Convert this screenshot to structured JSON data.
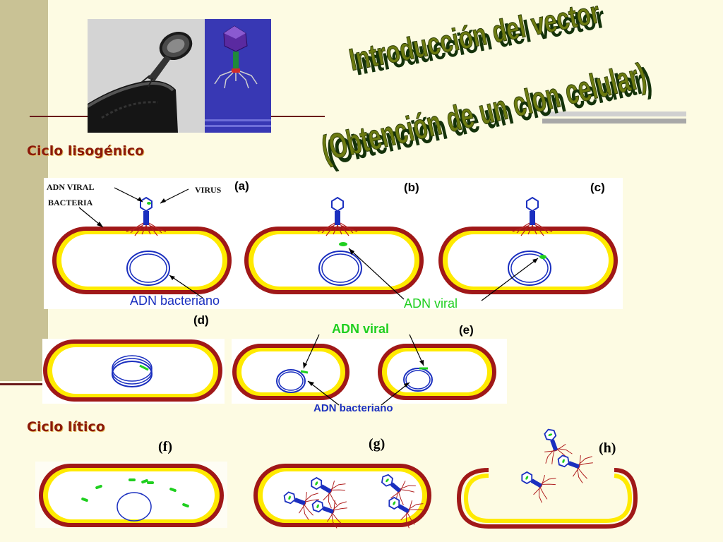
{
  "title": {
    "line1": "Introducción del vector",
    "line2": "(Obtención de un clon celular)"
  },
  "sections": {
    "lysogenic": "Ciclo lisogénico",
    "lytic": "Ciclo lítico"
  },
  "panel_top": {
    "labels": {
      "adn_viral": "ADN VIRAL",
      "virus": "VIRUS",
      "bacteria": "BACTERIA",
      "a": "(a)",
      "b": "(b)",
      "c": "(c)",
      "adn_bacteriano": "ADN bacteriano",
      "adn_viral_green": "ADN viral"
    }
  },
  "panel_mid": {
    "labels": {
      "d": "(d)",
      "e": "(e)",
      "adn_viral_green": "ADN  viral",
      "adn_bacteriano": "ADN bacteriano"
    }
  },
  "panel_lytic": {
    "labels": {
      "f": "(f)",
      "g": "(g)",
      "h": "(h)"
    }
  },
  "colors": {
    "background": "#fdfbe3",
    "cell_wall": "#a01818",
    "cell_membrane": "#ffea00",
    "dna_bacterial": "#1a2fbf",
    "dna_viral": "#1fcf1f",
    "section_label": "#8b1a0a",
    "title_face": "#6b7a10",
    "title_shadow": "#14320a"
  }
}
